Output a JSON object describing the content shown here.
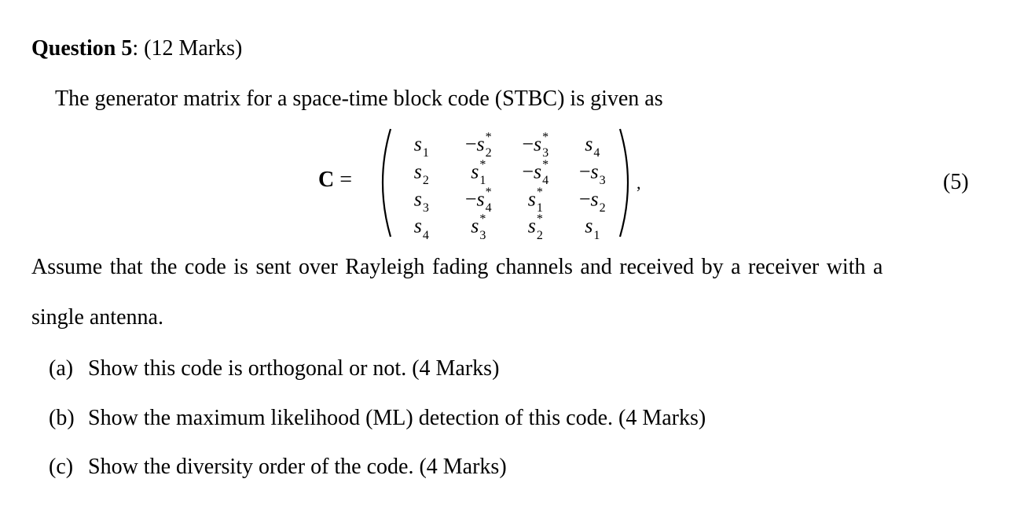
{
  "question": {
    "title": "Question 5",
    "marks": "(12 Marks)"
  },
  "intro": "The generator matrix for a space-time block code (STBC) is given as",
  "matrix": {
    "label": "C =",
    "equation_number": "(5)",
    "rows": [
      [
        "s1",
        "-s2*",
        "-s3*",
        "s4"
      ],
      [
        "s2",
        "s1*",
        "-s4*",
        "-s3"
      ],
      [
        "s3",
        "-s4*",
        "s1*",
        "-s2"
      ],
      [
        "s4",
        "s3*",
        "s2*",
        "s1"
      ]
    ]
  },
  "assumption_line1": "Assume that the code is sent over Rayleigh fading channels and received by a receiver with a",
  "assumption_line2": "single antenna.",
  "parts": [
    {
      "label": "(a)",
      "text": "Show this code is orthogonal or not. (4 Marks)"
    },
    {
      "label": "(b)",
      "text": "Show the maximum likelihood (ML) detection of this code. (4 Marks)"
    },
    {
      "label": "(c)",
      "text": "Show the diversity order of the code. (4 Marks)"
    }
  ]
}
